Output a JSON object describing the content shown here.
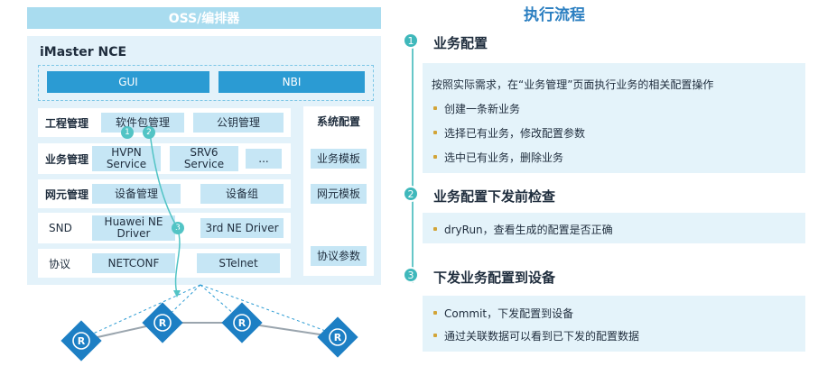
{
  "left": {
    "oss": "OSS/编排器",
    "nce_title": "iMaster NCE",
    "gui": "GUI",
    "nbi": "NBI",
    "rows": {
      "engineering": {
        "label": "工程管理",
        "cells": [
          "软件包管理",
          "公钥管理"
        ]
      },
      "service": {
        "label": "业务管理",
        "cells": [
          "HVPN Service",
          "SRV6 Service",
          "..."
        ]
      },
      "ne": {
        "label": "网元管理",
        "cells": [
          "设备管理",
          "设备组"
        ]
      },
      "snd": {
        "label": "SND",
        "cells": [
          "Huawei NE Driver",
          "3rd NE Driver"
        ]
      },
      "protocol": {
        "label": "协议",
        "cells": [
          "NETCONF",
          "STelnet"
        ]
      }
    },
    "system": {
      "title": "系统配置",
      "items": [
        "业务模板",
        "网元模板",
        "协议参数"
      ]
    },
    "bubbles": [
      "1",
      "2",
      "3"
    ]
  },
  "right": {
    "title": "执行流程",
    "steps": [
      {
        "num": "1",
        "title": "业务配置",
        "intro": "按照实际需求，在“业务管理”页面执行业务的相关配置操作",
        "bullets": [
          "创建一条新业务",
          "选择已有业务，修改配置参数",
          "选中已有业务，删除业务"
        ]
      },
      {
        "num": "2",
        "title": "业务配置下发前检查",
        "bullets": [
          "dryRun，查看生成的配置是否正确"
        ]
      },
      {
        "num": "3",
        "title": "下发业务配置到设备",
        "bullets": [
          "Commit，下发配置到设备",
          "通过关联数据可以看到已下发的配置数据"
        ]
      }
    ]
  },
  "colors": {
    "accent": "#2b9bd3",
    "light": "#c6e6f5",
    "panel": "#e4f3fa",
    "teal": "#3fb8bb",
    "router": "#1d7fc4"
  },
  "icons": [
    "router-icon"
  ]
}
